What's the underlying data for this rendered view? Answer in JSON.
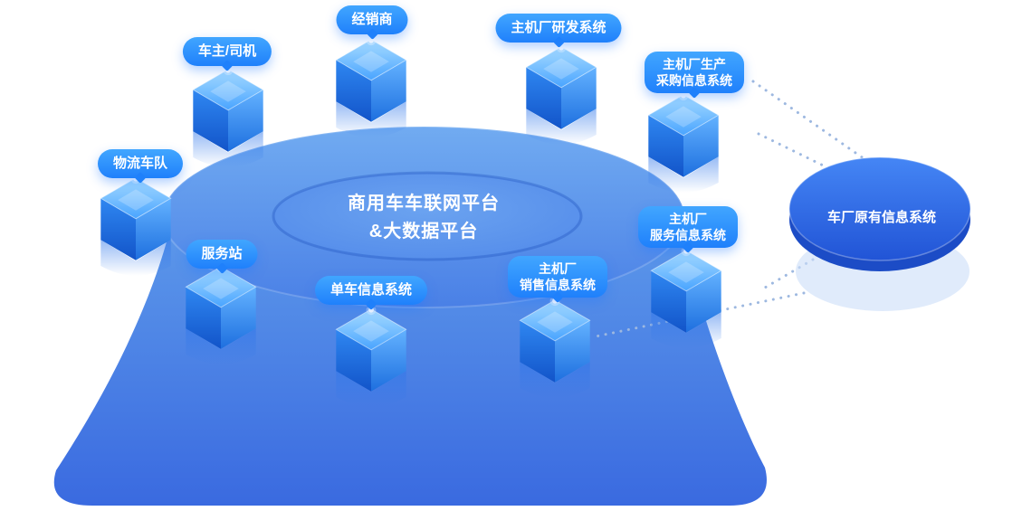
{
  "diagram": {
    "platform_title": "商用车车联网平台\n&大数据平台",
    "external_system_label": "车厂原有信息系统"
  },
  "nodes": [
    {
      "id": "vehicle-owner-driver",
      "label": "车主/司机"
    },
    {
      "id": "dealer",
      "label": "经销商"
    },
    {
      "id": "oem-rd-system",
      "label": "主机厂研发系统"
    },
    {
      "id": "oem-production-procurement-system",
      "label": "主机厂生产\n采购信息系统"
    },
    {
      "id": "logistics-fleet",
      "label": "物流车队"
    },
    {
      "id": "service-station",
      "label": "服务站"
    },
    {
      "id": "vehicle-info-system",
      "label": "单车信息系统"
    },
    {
      "id": "oem-sales-info-system",
      "label": "主机厂\n销售信息系统"
    },
    {
      "id": "oem-service-info-system",
      "label": "主机厂\n服务信息系统"
    }
  ],
  "colors": {
    "pill_blue": "#2b9bff",
    "funnel_top": "#5d99ea",
    "funnel_bottom": "#3a6ae0",
    "platform_blue": "#4a80e6",
    "disc_blue": "#2154d6",
    "dotted_line": "#9db8e0"
  }
}
